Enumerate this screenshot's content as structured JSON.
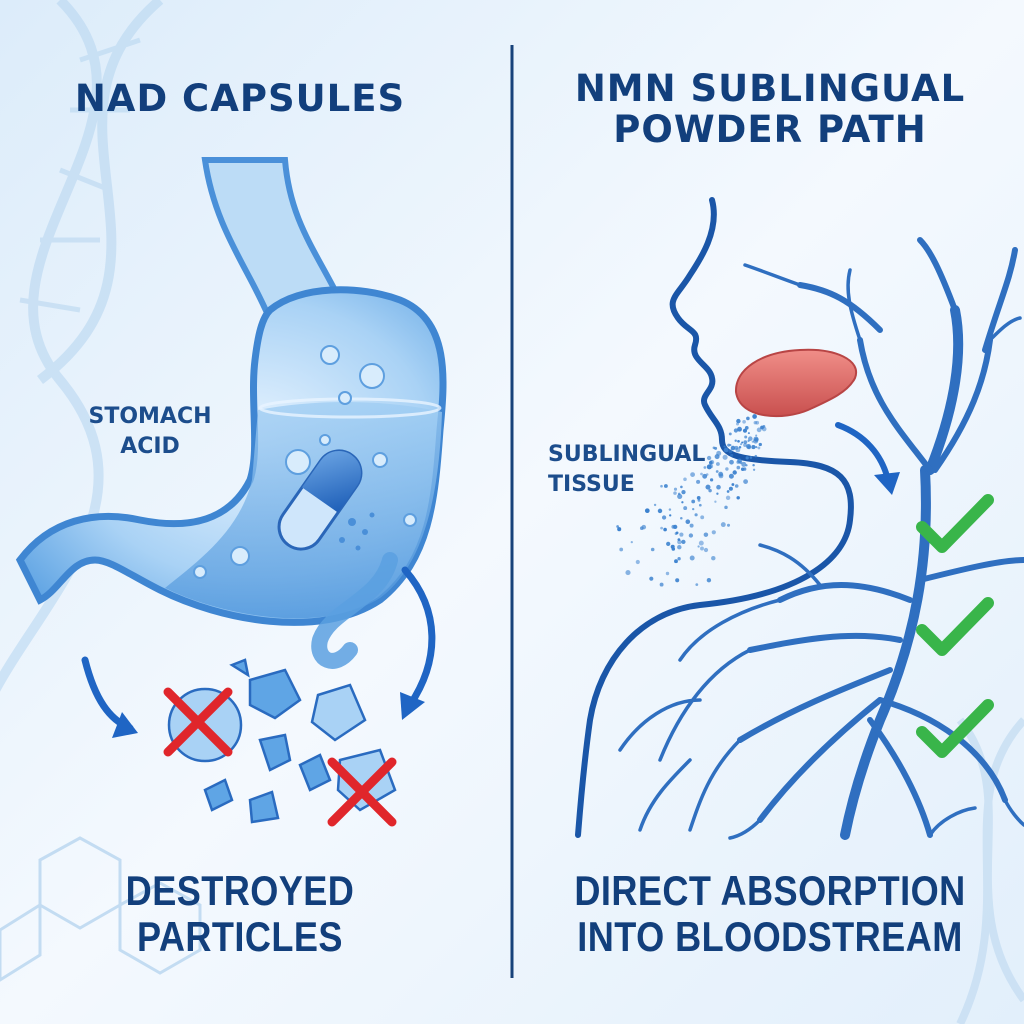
{
  "left": {
    "title": "NAD CAPSULES",
    "label_line1": "STOMACH",
    "label_line2": "ACID",
    "footer_line1": "DESTROYED",
    "footer_line2": "PARTICLES"
  },
  "right": {
    "title_line1": "NMN SUBLINGUAL",
    "title_line2": "POWDER PATH",
    "label_line1": "SUBLINGUAL",
    "label_line2": "TISSUE",
    "footer_line1": "DIRECT ABSORPTION",
    "footer_line2": "INTO BLOODSTREAM"
  },
  "colors": {
    "text": "#123f7c",
    "stomach": "#4a90d9",
    "vessel": "#2f6fc0",
    "fail": "#e0262b",
    "success": "#39b54a",
    "tongue": "#e07672"
  }
}
